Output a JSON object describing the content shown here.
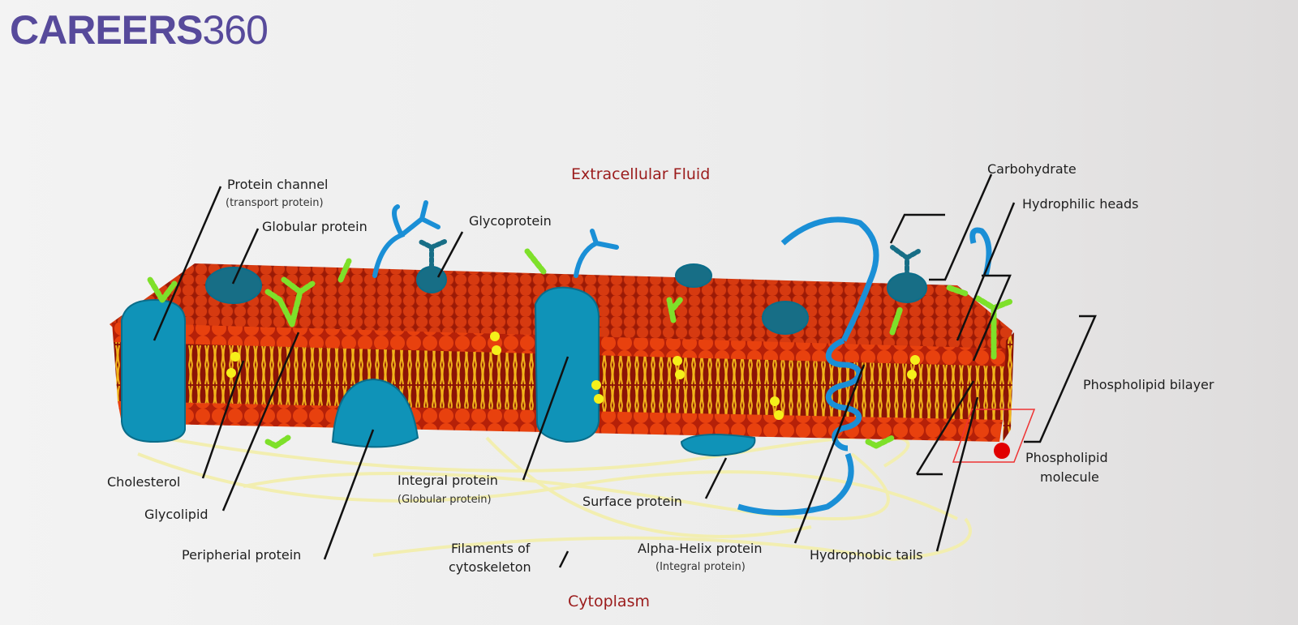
{
  "logo": {
    "bold": "CAREERS",
    "light": "360"
  },
  "regions": {
    "top": "Extracellular Fluid",
    "bottom": "Cytoplasm"
  },
  "labels": {
    "protein_channel": "Protein channel",
    "protein_channel_sub": "(transport protein)",
    "globular_protein": "Globular protein",
    "glycoprotein": "Glycoprotein",
    "carbohydrate": "Carbohydrate",
    "hydrophilic_heads": "Hydrophilic heads",
    "phospholipid_bilayer": "Phospholipid bilayer",
    "phospholipid_molecule_1": "Phospholipid",
    "phospholipid_molecule_2": "molecule",
    "cholesterol": "Cholesterol",
    "glycolipid": "Glycolipid",
    "peripheral_protein": "Peripherial protein",
    "integral_protein": "Integral protein",
    "integral_protein_sub": "(Globular protein)",
    "surface_protein": "Surface protein",
    "filaments_1": "Filaments of",
    "filaments_2": "cytoskeleton",
    "alpha_helix": "Alpha-Helix protein",
    "alpha_helix_sub": "(Integral protein)",
    "hydrophobic_tails": "Hydrophobic tails"
  },
  "colors": {
    "brand": "#574a9b",
    "heads": "#e8410e",
    "tails": "#f2b51a",
    "protein": "#0f93b8",
    "glyco": "#7ee02a",
    "region": "#9b1c1c"
  }
}
